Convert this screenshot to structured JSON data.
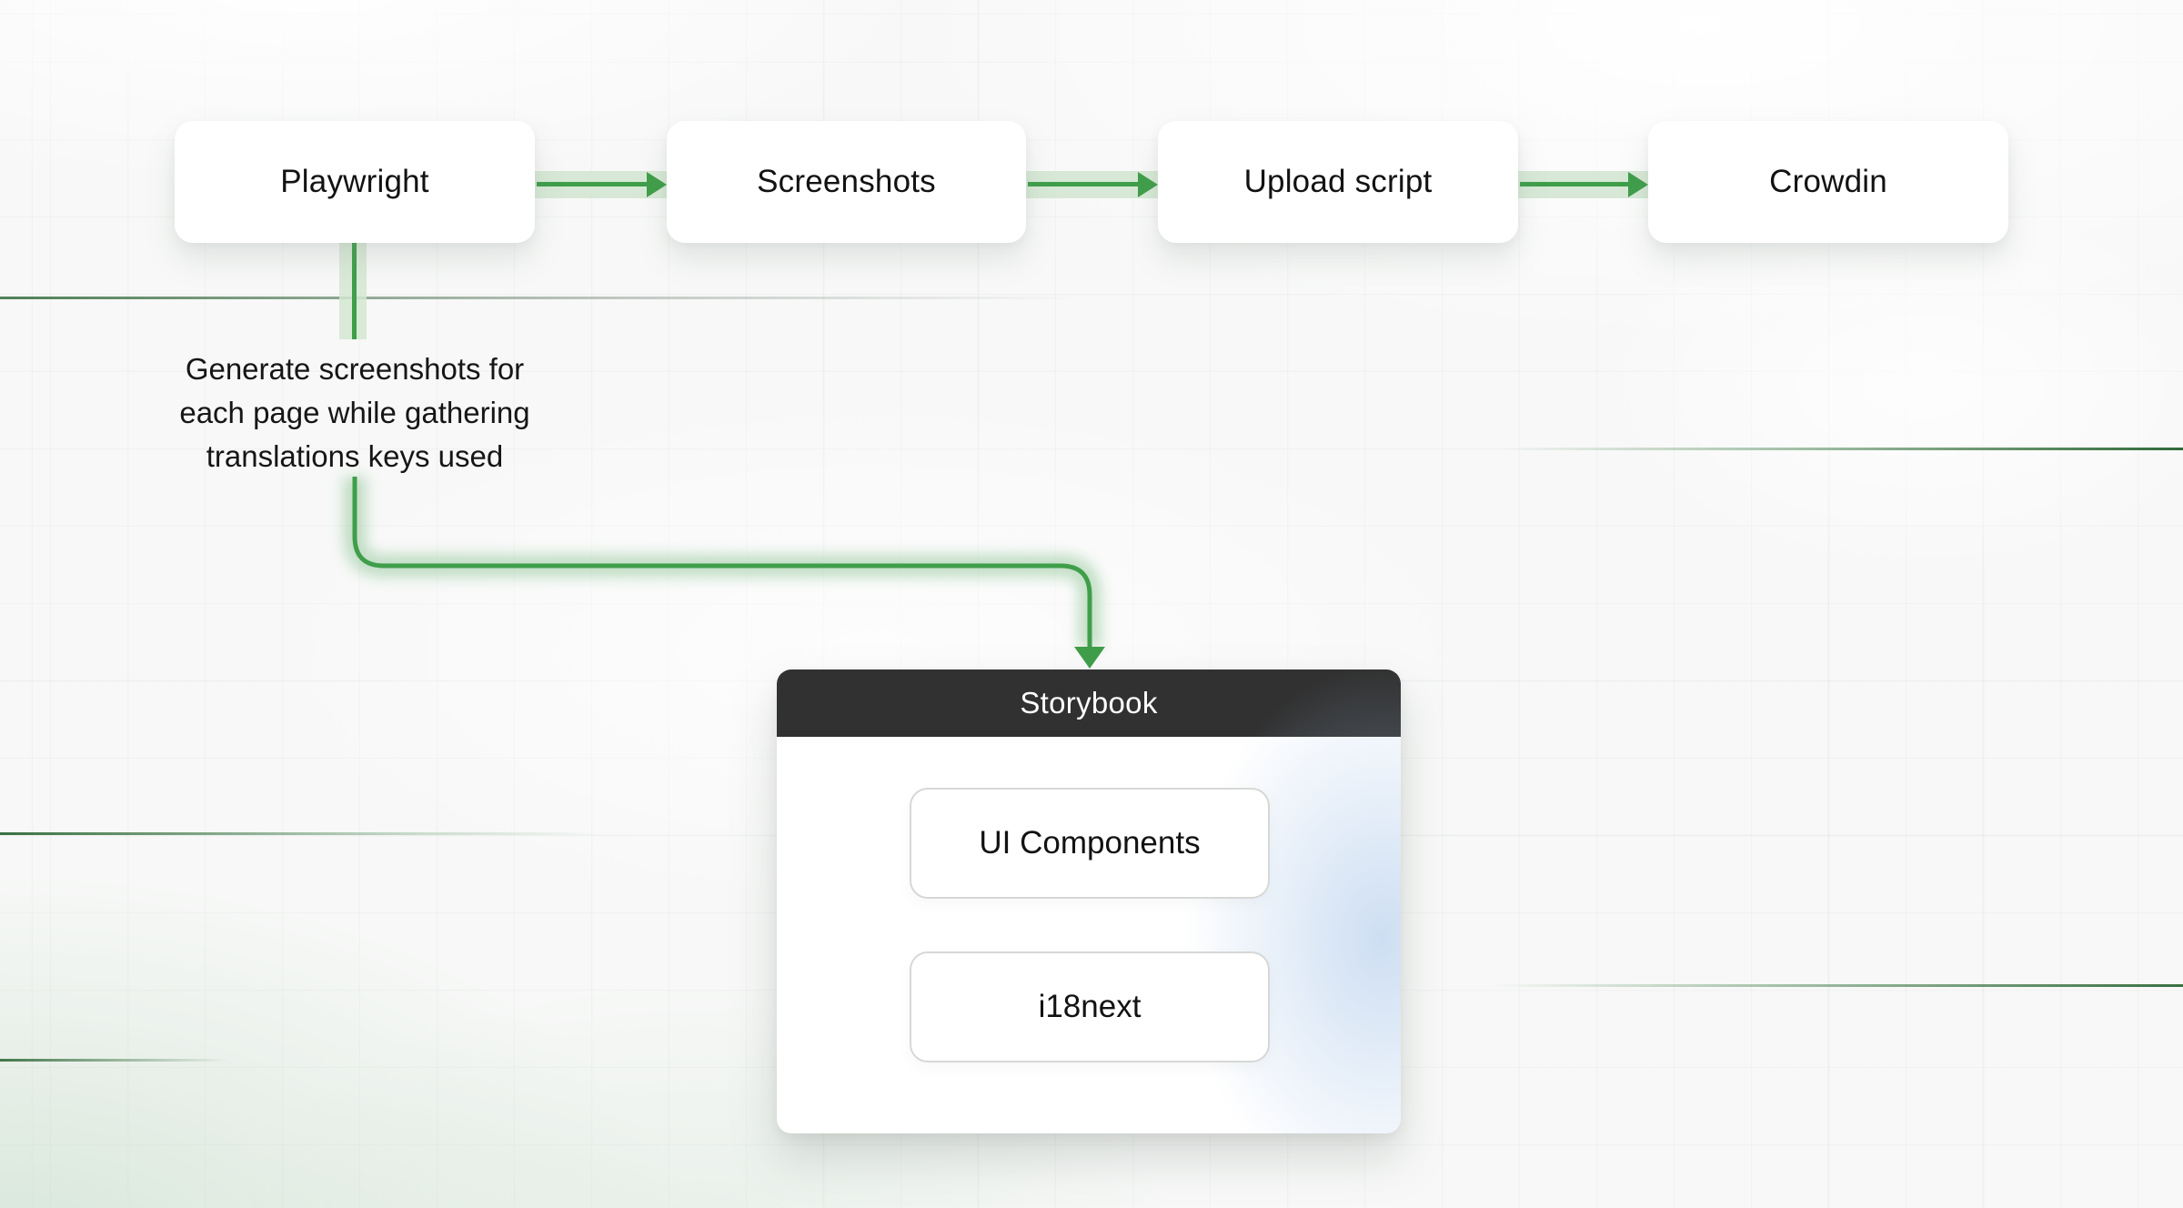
{
  "flow_nodes": [
    {
      "label": "Playwright"
    },
    {
      "label": "Screenshots"
    },
    {
      "label": "Upload script"
    },
    {
      "label": "Crowdin"
    }
  ],
  "annotation": {
    "line1": "Generate screenshots for",
    "line2": "each page while gathering",
    "line3": "translations keys used"
  },
  "storybook": {
    "title": "Storybook",
    "items": [
      {
        "label": "UI Components"
      },
      {
        "label": "i18next"
      }
    ]
  },
  "colors": {
    "arrow_green": "#3f9e4a",
    "arrow_band": "#d3e7d1",
    "accent_line_green": "#2c6e38",
    "storybook_header": "#313131",
    "node_text": "#121212",
    "background": "#f7f8f7"
  }
}
